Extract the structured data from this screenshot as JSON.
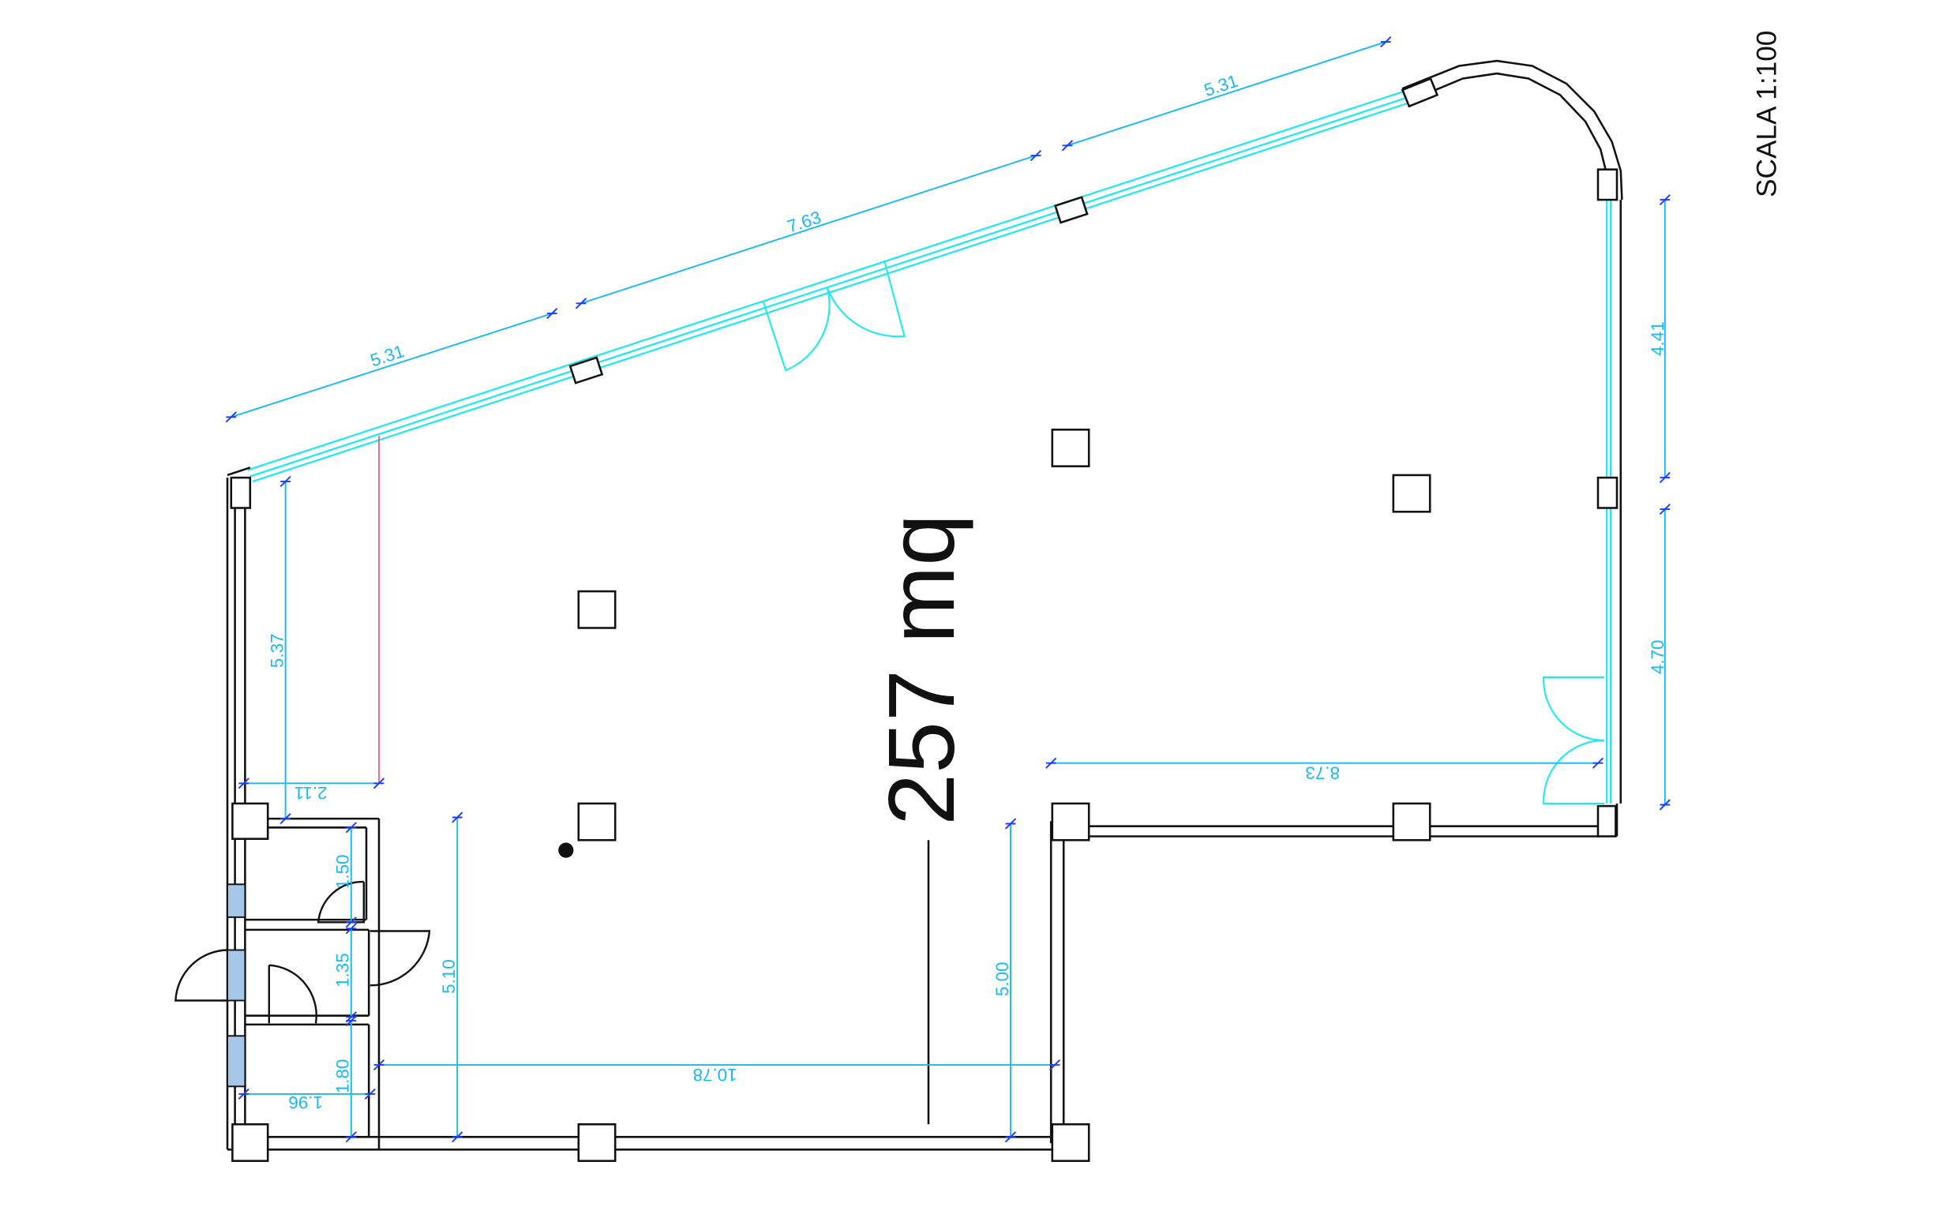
{
  "plan": {
    "area_label": "257 mq",
    "scale_label": "SCALA 1:100",
    "colors": {
      "walls": "#111111",
      "glazing": "#1ee8f0",
      "dimensions": "#18b8f2",
      "windows": "#a4c6e8"
    }
  },
  "dimensions": {
    "top_left": "5.31",
    "top_middle": "7.63",
    "top_right": "5.31",
    "right_upper": "4.41",
    "right_lower": "4.70",
    "right_horizontal": "8.73",
    "left_vertical": "5.37",
    "left_horizontal": "2.11",
    "wc_1": "1.50",
    "wc_2": "1.35",
    "wc_3": "1.80",
    "wc_width": "1.96",
    "center_left_vertical": "5.10",
    "bottom_horizontal": "10.78",
    "center_right_vertical": "5.00"
  }
}
